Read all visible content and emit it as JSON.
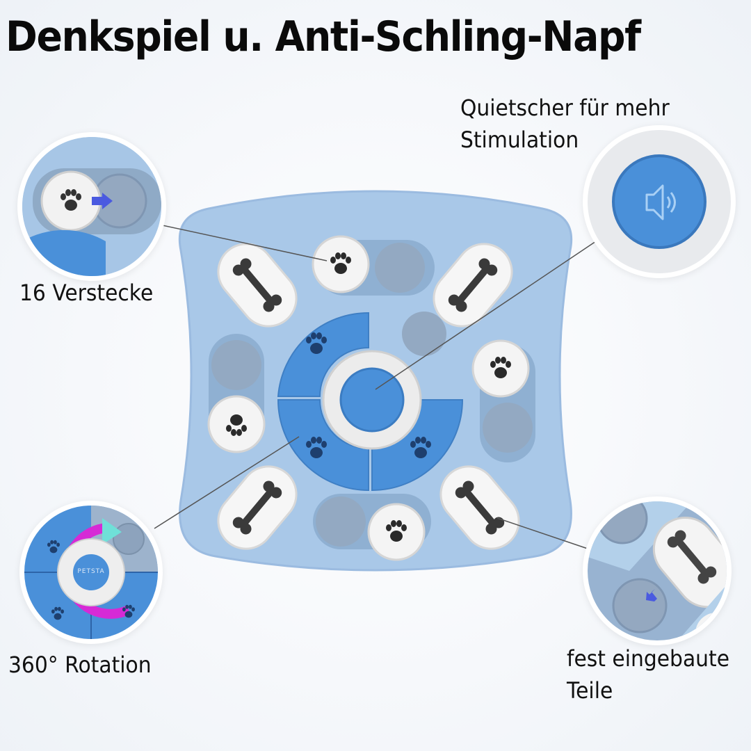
{
  "title": "Denkspiel u. Anti-Schling-Napf",
  "features": [
    {
      "id": "hiding-spots",
      "label": "16 Verstecke",
      "icon": "paw-slider-icon"
    },
    {
      "id": "squeaker",
      "label_line1": "Quietscher für mehr",
      "label_line2": "Stimulation",
      "icon": "speaker-icon"
    },
    {
      "id": "rotation",
      "label": "360° Rotation",
      "icon": "rotate-arrow-icon"
    },
    {
      "id": "fixed-parts",
      "label_line1": "fest eingebaute",
      "label_line2": "Teile",
      "icon": "bone-slider-icon"
    }
  ],
  "product": {
    "brand_label": "PETSTA",
    "colors": {
      "base": "#a9c8e8",
      "accent_blue": "#4a90d9",
      "white": "#f4f4f4",
      "paw": "#1e3f6e"
    }
  }
}
